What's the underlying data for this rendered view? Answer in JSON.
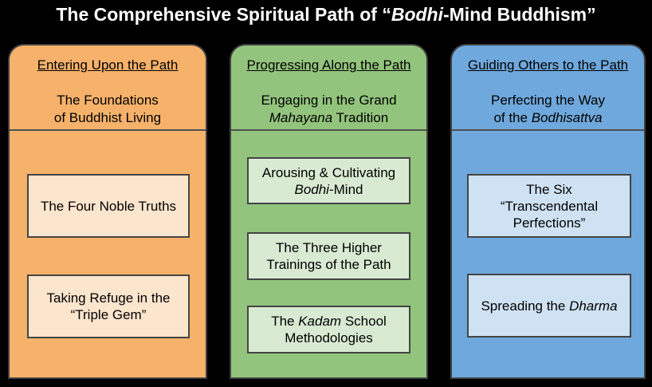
{
  "title": {
    "pre": "The Comprehensive Spiritual Path of “",
    "em": "Bodhi",
    "post": "-Mind Buddhism”"
  },
  "columns": [
    {
      "label": "Entering Upon the Path",
      "sub": [
        "The Foundations",
        "of Buddhist Living"
      ],
      "color": "#f6b26b",
      "box_color": "#fce5cd",
      "boxes": [
        {
          "line1": "The Four Noble Truths"
        },
        {
          "line1": "Taking Refuge in the",
          "line2": "“Triple Gem”"
        }
      ]
    },
    {
      "label": "Progressing Along the Path",
      "sub_line1": "Engaging in the Grand",
      "sub_line2_em": "Mahayana",
      "sub_line2_post": " Tradition",
      "color": "#93c47d",
      "box_color": "#d9ead3",
      "boxes": [
        {
          "line1": "Arousing & Cultivating",
          "line2_em": "Bodhi",
          "line2_post": "-Mind"
        },
        {
          "line1": "The Three Higher",
          "line2": "Trainings of the Path"
        },
        {
          "line1_pre": "The ",
          "line1_em": "Kadam",
          "line1_post": " School",
          "line2": "Methodologies"
        }
      ]
    },
    {
      "label": "Guiding Others to the Path",
      "sub_line1": "Perfecting the Way",
      "sub_line2_pre": "of the ",
      "sub_line2_em": "Bodhisattva",
      "color": "#6fa8dc",
      "box_color": "#cfe2f3",
      "boxes": [
        {
          "line1": "The Six",
          "line2": "“Transcendental",
          "line3": "Perfections”"
        },
        {
          "pre": "Spreading the ",
          "em": "Dharma"
        }
      ]
    }
  ]
}
